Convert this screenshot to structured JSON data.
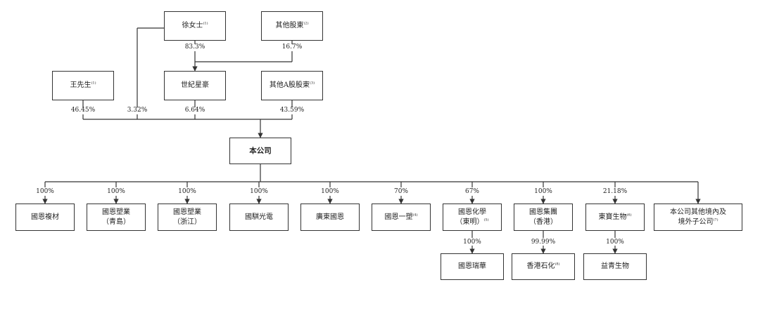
{
  "shareholders": {
    "xu": {
      "name": "徐女士",
      "note": "(1)"
    },
    "others": {
      "name": "其他股東",
      "note": "(2)"
    },
    "wang": {
      "name": "王先生",
      "note": "(1)"
    },
    "shiji": {
      "name": "世紀星豪",
      "note": ""
    },
    "othersA": {
      "name": "其他A股股東",
      "note": "(3)"
    }
  },
  "company": {
    "name": "本公司"
  },
  "holdings": {
    "xu_to_shiji": "83.3%",
    "others_to_shiji": "16.7%",
    "wang": "46.45%",
    "xu_direct": "3.32%",
    "shiji": "6.64%",
    "othersA": "43.59%"
  },
  "subsidiaries": [
    {
      "line1": "國恩複材",
      "line2": "",
      "note": "",
      "pct": "100%"
    },
    {
      "line1": "國恩塑業",
      "line2": "（青島）",
      "note": "",
      "pct": "100%"
    },
    {
      "line1": "國恩塑業",
      "line2": "（浙江）",
      "note": "",
      "pct": "100%"
    },
    {
      "line1": "國騏光電",
      "line2": "",
      "note": "",
      "pct": "100%"
    },
    {
      "line1": "廣東國恩",
      "line2": "",
      "note": "",
      "pct": "100%"
    },
    {
      "line1": "國恩一塑",
      "line2": "",
      "note": "(4)",
      "pct": "70%"
    },
    {
      "line1": "國恩化學",
      "line2": "（東明）",
      "note": "(5)",
      "pct": "67%"
    },
    {
      "line1": "國恩集團",
      "line2": "（香港）",
      "note": "",
      "pct": "100%"
    },
    {
      "line1": "東寶生物",
      "line2": "",
      "note": "(6)",
      "pct": "21.18%"
    },
    {
      "line1": "本公司其他境內及",
      "line2": "境外子公司",
      "note": "(7)",
      "pct": ""
    }
  ],
  "sub_subsidiaries": [
    {
      "name": "國恩瑞華",
      "note": "",
      "pct": "100%"
    },
    {
      "name": "香港石化",
      "note": "(8)",
      "pct": "99.99%"
    },
    {
      "name": "益青生物",
      "note": "",
      "pct": "100%"
    }
  ]
}
